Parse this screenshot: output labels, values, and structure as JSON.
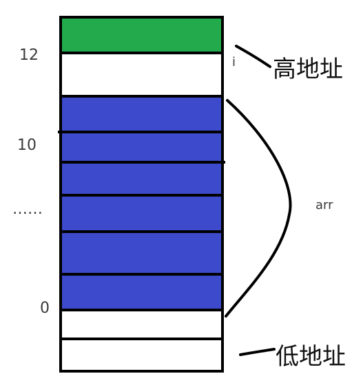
{
  "labels": {
    "index_12": "12",
    "index_10": "10",
    "ellipsis": "……",
    "index_0": "0",
    "var_i": "i",
    "var_arr": "arr",
    "high_address": "高地址",
    "low_address": "低地址"
  },
  "colors": {
    "green_cell": "#22aa4d",
    "blue_cell": "#3d4acb",
    "outline": "#000000"
  }
}
